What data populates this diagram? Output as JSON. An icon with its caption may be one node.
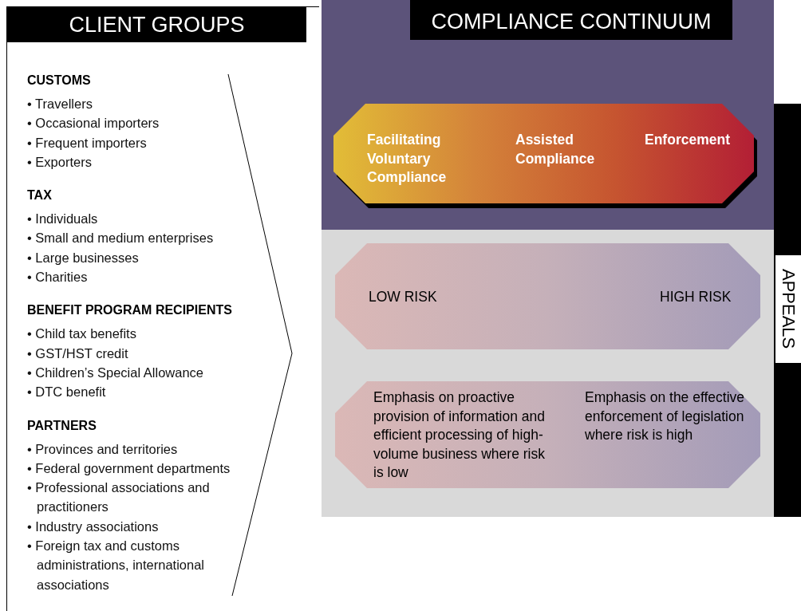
{
  "diagram": {
    "nodes": [
      {
        "text": [
          "CLIENT GROUPS"
        ]
      },
      {
        "text": [
          "COMPLIANCE CONTINUUM"
        ]
      },
      {
        "text": [
          "Facilitating Voluntary Compliance",
          "Assisted Compliance",
          "Enforcement"
        ],
        "in": 1
      },
      {
        "text": [
          "LOW RISK",
          "HIGH RISK"
        ],
        "in": 1
      },
      {
        "text": [
          "Emphasis on proactive provision of information and efficient processing of high-volume business where risk is low",
          "Emphasis on the effective enforcement of legislation where risk is high"
        ],
        "in": 1
      },
      {
        "text": [
          "APPEALS"
        ]
      }
    ],
    "labels": [
      "CUSTOMS",
      "• Travellers",
      "• Occasional importers",
      "• Frequent importers",
      "• Exporters",
      "TAX",
      "• Individuals",
      "• Small and medium enterprises",
      "• Large businesses",
      "• Charities",
      "BENEFIT PROGRAM RECIPIENTS",
      "• Child tax benefits",
      "• GST/HST credit",
      "• Children’s Special Allowance",
      "• DTC benefit",
      "PARTNERS",
      "• Provinces and territories",
      "• Federal government departments",
      "• Professional associations and practitioners",
      "• Industry associations",
      "• Foreign tax and customs administrations, international associations"
    ]
  }
}
